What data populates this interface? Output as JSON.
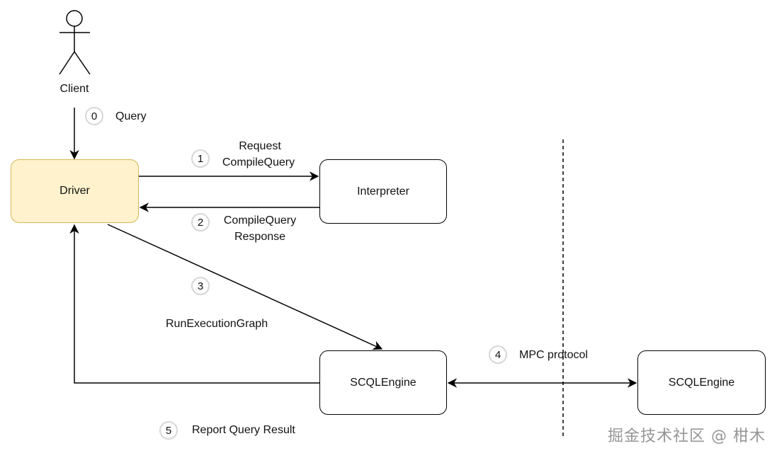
{
  "actor": {
    "label": "Client"
  },
  "nodes": {
    "driver": "Driver",
    "interpreter": "Interpreter",
    "engine_local": "SCQLEngine",
    "engine_remote": "SCQLEngine"
  },
  "steps": [
    {
      "num": "0",
      "label": "Query"
    },
    {
      "num": "1",
      "label_line1": "Request",
      "label_line2": "CompileQuery"
    },
    {
      "num": "2",
      "label_line1": "CompileQuery",
      "label_line2": "Response"
    },
    {
      "num": "3",
      "label": "RunExecutionGraph"
    },
    {
      "num": "4",
      "label": "MPC protocol"
    },
    {
      "num": "5",
      "label": "Report Query Result"
    }
  ],
  "watermark": "掘金技术社区 @ 柑木",
  "colors": {
    "driver_fill": "#fff2cc",
    "driver_border": "#d6b656",
    "step_border": "#d7d7d7"
  }
}
